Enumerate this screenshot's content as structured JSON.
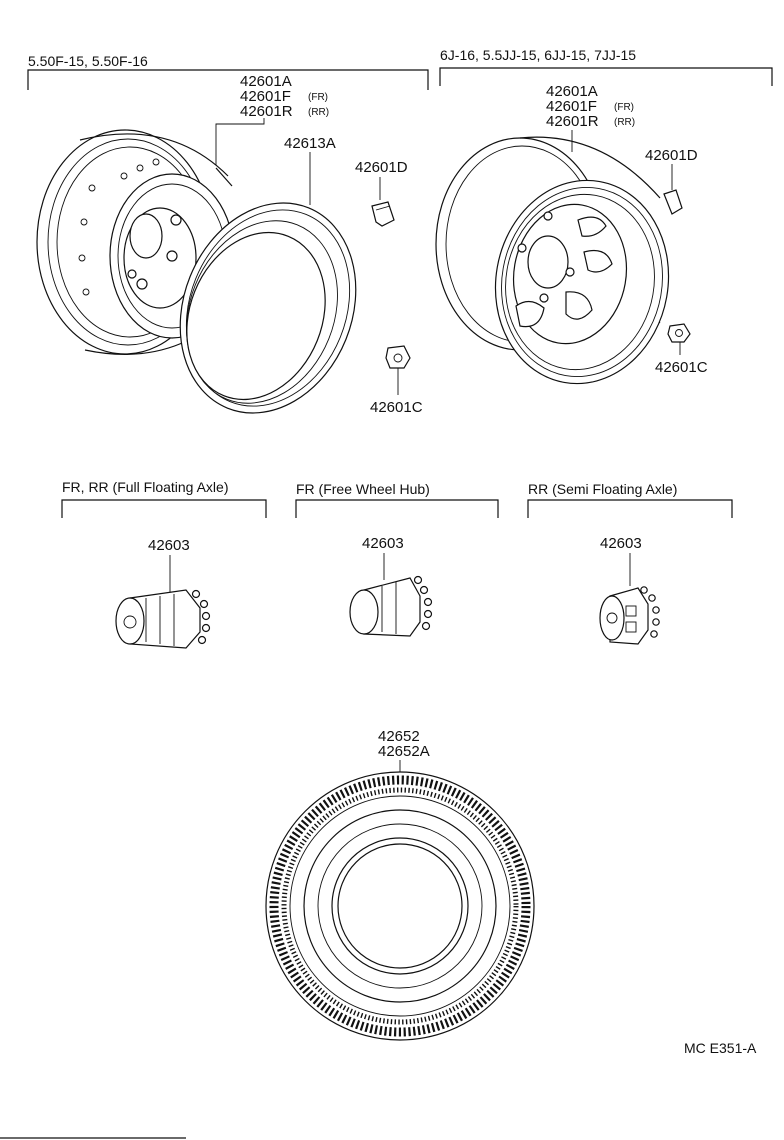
{
  "headers": {
    "left_wheel_sizes": "5.50F-15, 5.50F-16",
    "right_wheel_sizes": "6J-16, 5.5JJ-15, 6JJ-15, 7JJ-15",
    "hub_full_floating": "FR, RR (Full Floating Axle)",
    "hub_free_wheel": "FR (Free Wheel Hub)",
    "hub_semi_floating": "RR (Semi Floating Axle)"
  },
  "left_wheel": {
    "part_a": "42601A",
    "part_f": "42601F",
    "part_f_note": "(FR)",
    "part_r": "42601R",
    "part_r_note": "(RR)",
    "rim_ring": "42613A",
    "weight": "42601D",
    "nut": "42601C"
  },
  "right_wheel": {
    "part_a": "42601A",
    "part_f": "42601F",
    "part_f_note": "(FR)",
    "part_r": "42601R",
    "part_r_note": "(RR)",
    "weight": "42601D",
    "nut": "42601C"
  },
  "hub_caps": {
    "full_floating": "42603",
    "free_wheel": "42603",
    "semi_floating": "42603"
  },
  "tire": {
    "part_1": "42652",
    "part_2": "42652A"
  },
  "footer": {
    "code": "MC  E351-A"
  }
}
